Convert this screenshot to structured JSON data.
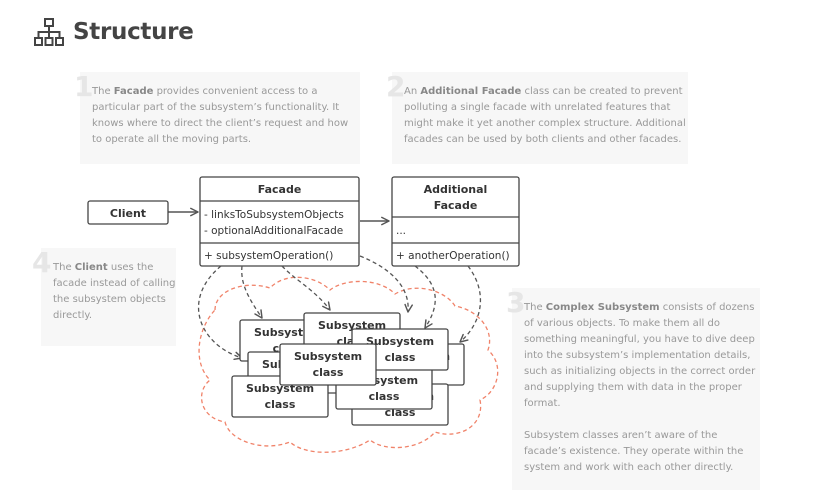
{
  "header": {
    "title": "Structure",
    "icon": "hierarchy-icon"
  },
  "notes": [
    {
      "number": "1",
      "pre": "The ",
      "bold": "Facade",
      "post": " provides convenient access to a particular part of the subsystem’s functionality. It knows where to direct the client’s request and how to operate all the moving parts."
    },
    {
      "number": "2",
      "pre": "An ",
      "bold": "Additional Facade",
      "post": " class can be created to prevent polluting a single facade with unrelated features that might make it yet another complex structure. Additional facades can be used by both clients and other facades."
    },
    {
      "number": "3",
      "pre": "The ",
      "bold": "Complex Subsystem",
      "post": " consists of dozens of various objects. To make them all do something meaningful, you have to dive deep into the subsystem’s implementation details, such as initializing objects in the correct order and supplying them with data in the proper format.",
      "para2": "Subsystem classes aren’t aware of the facade’s existence. They operate within the system and work with each other directly."
    },
    {
      "number": "4",
      "pre": "The ",
      "bold": "Client",
      "post": " uses the facade instead of calling the subsystem objects directly."
    }
  ],
  "diagram": {
    "client": {
      "label": "Client"
    },
    "facade": {
      "name": "Facade",
      "fields": [
        "- linksToSubsystemObjects",
        "- optionalAdditionalFacade"
      ],
      "methods": [
        "+ subsystemOperation()"
      ]
    },
    "additional_facade": {
      "name_line1": "Additional",
      "name_line2": "Facade",
      "fields": [
        "..."
      ],
      "methods": [
        "+ anotherOperation()"
      ]
    },
    "subsystem_class": {
      "line1": "Subsystem",
      "line2": "class"
    }
  },
  "colors": {
    "box_border": "#444444",
    "box_fill": "#ffffff",
    "arrow": "#555555",
    "cloud_stroke": "#f0836a",
    "note_bg": "#f7f7f7",
    "note_number": "#e6e6e6"
  }
}
